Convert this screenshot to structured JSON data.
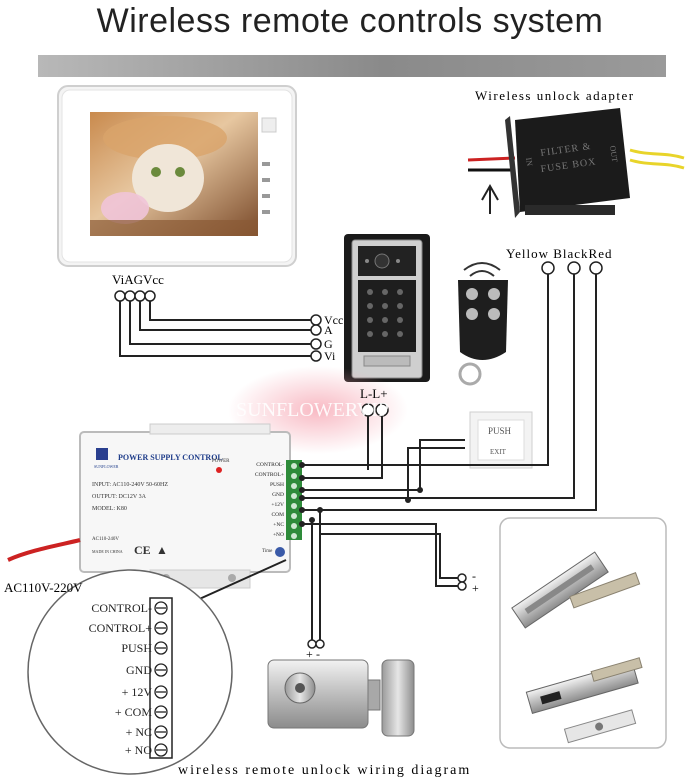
{
  "title": "Wireless remote controls system",
  "adapter": {
    "label": "Wireless unlock adapter",
    "box_text_1": "FILTER &",
    "box_text_2": "FUSE BOX",
    "side_text_left": "IN",
    "side_text_right": "OUT"
  },
  "monitor": {
    "terminal_labels": "ViAGVcc"
  },
  "intercom_terminals": [
    "Vcc",
    "A",
    "G",
    "Vi"
  ],
  "adapter_wires": "Yellow BlackRed",
  "exit_button": {
    "line1": "PUSH",
    "line2": "EXIT"
  },
  "lock_terminals": "L-L+",
  "watermark": "SUNFLOWERVIP",
  "power_supply": {
    "header": "POWER SUPPLY CONTROL",
    "brand": "SUNFLOWER",
    "power_label": "POWER",
    "input": "INPUT: AC110-240V  50-60HZ",
    "output": "OUTPUT: DC12V  3A",
    "model": "MODEL: K80",
    "ac_label": "AC110-240V",
    "made_in": "MADE IN CHINA",
    "time_label": "Time",
    "terminals": [
      "CONTROL-",
      "CONTROL+",
      "PUSH",
      "GND",
      "+12V",
      "COM",
      "+NC",
      "+NO"
    ]
  },
  "mains_label": "AC110V-220V",
  "zoom_terminals": [
    "CONTROL-",
    "CONTROL+",
    "PUSH",
    "GND",
    "+ 12V",
    "+ COM",
    "+ NC",
    "+ NO"
  ],
  "bell_polarity": {
    "neg": "-",
    "pos": "+"
  },
  "lock_polarity": {
    "pos": "+",
    "neg": "-"
  },
  "caption": "wireless remote unlock wiring diagram"
}
